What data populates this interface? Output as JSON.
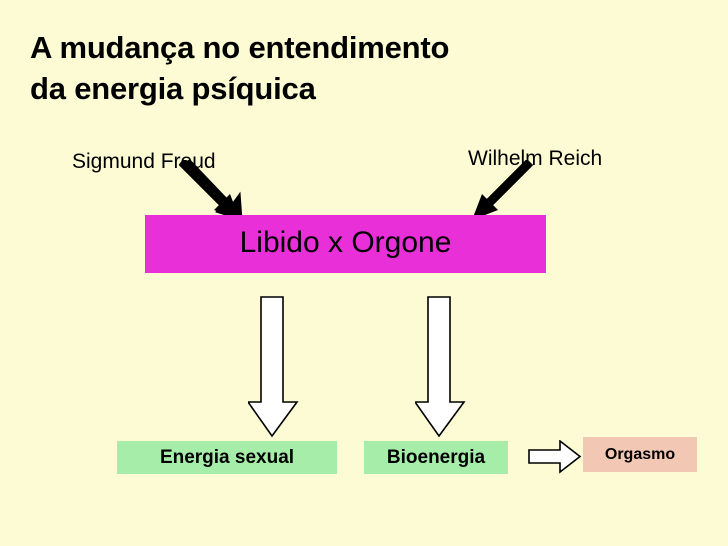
{
  "slide": {
    "background_color": "#fcfbd4",
    "title": "A mudança no entendimento\nda energia psíquica",
    "labels": {
      "freud": "Sigmund Freud",
      "reich": "Wilhelm Reich"
    },
    "center_box": {
      "text": "Libido x Orgone",
      "color": "#e82fd8",
      "text_color": "#000000"
    },
    "results": [
      {
        "text": "Energia sexual",
        "color": "#a6eda9",
        "text_color": "#000000"
      },
      {
        "text": "Bioenergia",
        "color": "#a6eda9",
        "text_color": "#000000"
      },
      {
        "text": "Orgasmo",
        "color": "#f2c7b4",
        "text_color": "#000000"
      }
    ],
    "arrows": {
      "freud_to_box": "diagonal-arrow-down-right",
      "reich_to_box": "diagonal-arrow-down-left",
      "box_to_energia_sexual": "block-arrow-down",
      "box_to_bioenergia": "block-arrow-down",
      "bioenergia_to_orgasmo": "block-arrow-right",
      "outline_color": "#000000",
      "fill_color": "#ffffff"
    }
  }
}
